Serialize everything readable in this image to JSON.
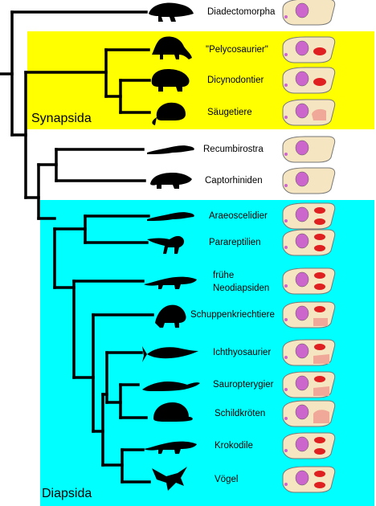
{
  "groups": {
    "synapsida": "Synapsida",
    "diapsida": "Diapsida"
  },
  "colors": {
    "synapsida_bg": "#ffff00",
    "diapsida_bg": "#00ffff",
    "branch": "#000000",
    "skull_fill": "#f5e5c0",
    "orbit": "#cc66cc",
    "opening_upper": "#e02020",
    "opening_lower": "#f0a898"
  },
  "taxa": [
    {
      "name": "Diadectomorpha",
      "silhouette": "diadectes-icon",
      "skull": "anapsid-skull-icon"
    },
    {
      "name": "\"Pelycosaurier\"",
      "silhouette": "dimetrodon-icon",
      "skull": "synapsid-skull-icon"
    },
    {
      "name": "Dicynodontier",
      "silhouette": "dicynodont-icon",
      "skull": "synapsid-skull-icon"
    },
    {
      "name": "Säugetiere",
      "silhouette": "mouse-icon",
      "skull": "mammal-skull-icon"
    },
    {
      "name": "Recumbirostra",
      "silhouette": "lizard-icon",
      "skull": "anapsid-skull-icon"
    },
    {
      "name": "Captorhiniden",
      "silhouette": "captorhinid-icon",
      "skull": "anapsid-skull-icon"
    },
    {
      "name": "Araeoscelidier",
      "silhouette": "lizard-icon",
      "skull": "diapsid-skull-icon"
    },
    {
      "name": "Parareptilien",
      "silhouette": "dinosaur-icon",
      "skull": "diapsid-skull-icon"
    },
    {
      "name": "frühe Neodiapsiden",
      "lines": [
        "frühe",
        "Neodiapsiden"
      ],
      "silhouette": "crocodile-icon",
      "skull": "diapsid-skull-icon"
    },
    {
      "name": "Schuppenkriechtiere",
      "silhouette": "iguana-icon",
      "skull": "squamate-skull-icon"
    },
    {
      "name": "Ichthyosaurier",
      "silhouette": "ichthyosaur-icon",
      "skull": "euryapsid-skull-icon"
    },
    {
      "name": "Sauropterygier",
      "silhouette": "plesiosaur-icon",
      "skull": "euryapsid-skull-icon"
    },
    {
      "name": "Schildkröten",
      "silhouette": "turtle-icon",
      "skull": "turtle-skull-icon"
    },
    {
      "name": "Krokodile",
      "silhouette": "crocodile-icon",
      "skull": "diapsid-skull-icon"
    },
    {
      "name": "Vögel",
      "silhouette": "bird-icon",
      "skull": "diapsid-skull-icon"
    }
  ]
}
